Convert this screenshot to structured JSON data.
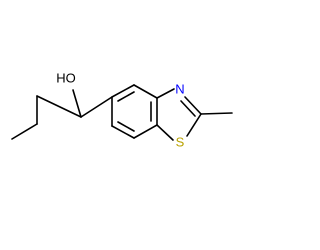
{
  "molecule": {
    "atoms": {
      "hydroxyl": {
        "text": "HO",
        "color": "#000000"
      },
      "nitrogen": {
        "text": "N",
        "color": "#0000ff"
      },
      "sulfur": {
        "text": "S",
        "color": "#b8a200"
      }
    }
  }
}
